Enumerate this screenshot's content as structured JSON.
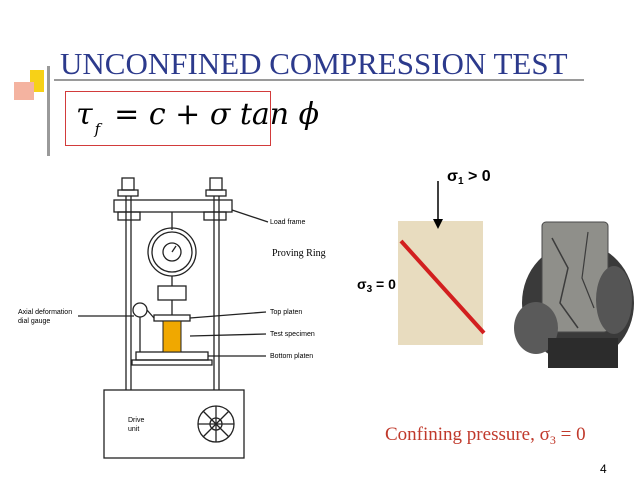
{
  "slide": {
    "title": "UNCONFINED COMPRESSION TEST",
    "formula": {
      "tau": "τ",
      "sub_f": "f",
      "rhs": "= c + σ tan ϕ"
    },
    "apparatus_labels": {
      "load_frame": "Load frame",
      "proving_ring": "Proving Ring",
      "top_platen": "Top platen",
      "test_specimen": "Test specimen",
      "bottom_platen": "Bottom platen",
      "axial_deformation_1": "Axial deformation",
      "axial_deformation_2": "dial gauge",
      "drive_unit_1": "Drive",
      "drive_unit_2": "unit"
    },
    "sigma1": {
      "symbol": "σ",
      "sub": "1",
      "rest": " > 0"
    },
    "sigma3": {
      "symbol": "σ",
      "sub": "3",
      "rest": " = 0"
    },
    "confining": {
      "text": "Confining pressure, σ",
      "sub": "3",
      "rest": " = 0"
    },
    "page_number": "4"
  },
  "colors": {
    "title": "#2c3a8c",
    "accent_red": "#d21f1f",
    "confining_text": "#c0392b",
    "deco_yellow": "#f7d117",
    "deco_orange": "#f4b3a0"
  }
}
